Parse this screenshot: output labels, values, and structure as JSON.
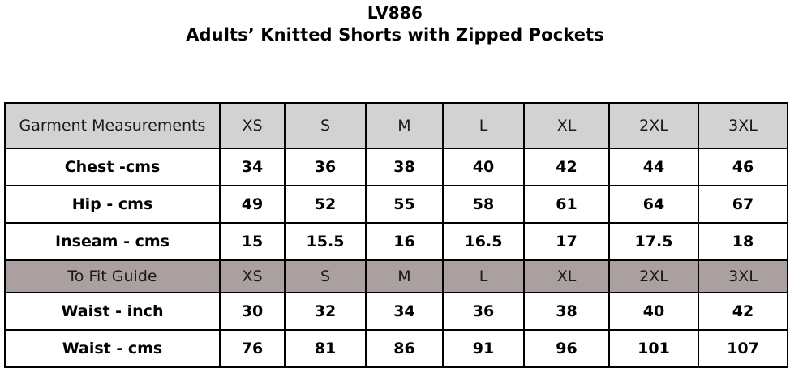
{
  "title": {
    "style_code": "LV886",
    "product_name": "Adults’ Knitted Shorts with Zipped Pockets"
  },
  "colors": {
    "header_background": "#d2d2d2",
    "tofit_background": "#aba0a0",
    "cell_background": "#ffffff",
    "border": "#000000",
    "text": "#000000"
  },
  "chart_data": {
    "type": "table",
    "title": "LV886 Adults’ Knitted Shorts with Zipped Pockets",
    "sections": [
      {
        "header_label": "Garment Measurements",
        "sizes": [
          "XS",
          "S",
          "M",
          "L",
          "XL",
          "2XL",
          "3XL"
        ],
        "rows": [
          {
            "label": "Chest -cms",
            "values": [
              "34",
              "36",
              "38",
              "40",
              "42",
              "44",
              "46"
            ]
          },
          {
            "label": "Hip - cms",
            "values": [
              "49",
              "52",
              "55",
              "58",
              "61",
              "64",
              "67"
            ]
          },
          {
            "label": "Inseam - cms",
            "values": [
              "15",
              "15.5",
              "16",
              "16.5",
              "17",
              "17.5",
              "18"
            ]
          }
        ]
      },
      {
        "header_label": "To Fit Guide",
        "sizes": [
          "XS",
          "S",
          "M",
          "L",
          "XL",
          "2XL",
          "3XL"
        ],
        "rows": [
          {
            "label": "Waist - inch",
            "values": [
              "30",
              "32",
              "34",
              "36",
              "38",
              "40",
              "42"
            ]
          },
          {
            "label": "Waist - cms",
            "values": [
              "76",
              "81",
              "86",
              "91",
              "96",
              "101",
              "107"
            ]
          }
        ]
      }
    ]
  }
}
